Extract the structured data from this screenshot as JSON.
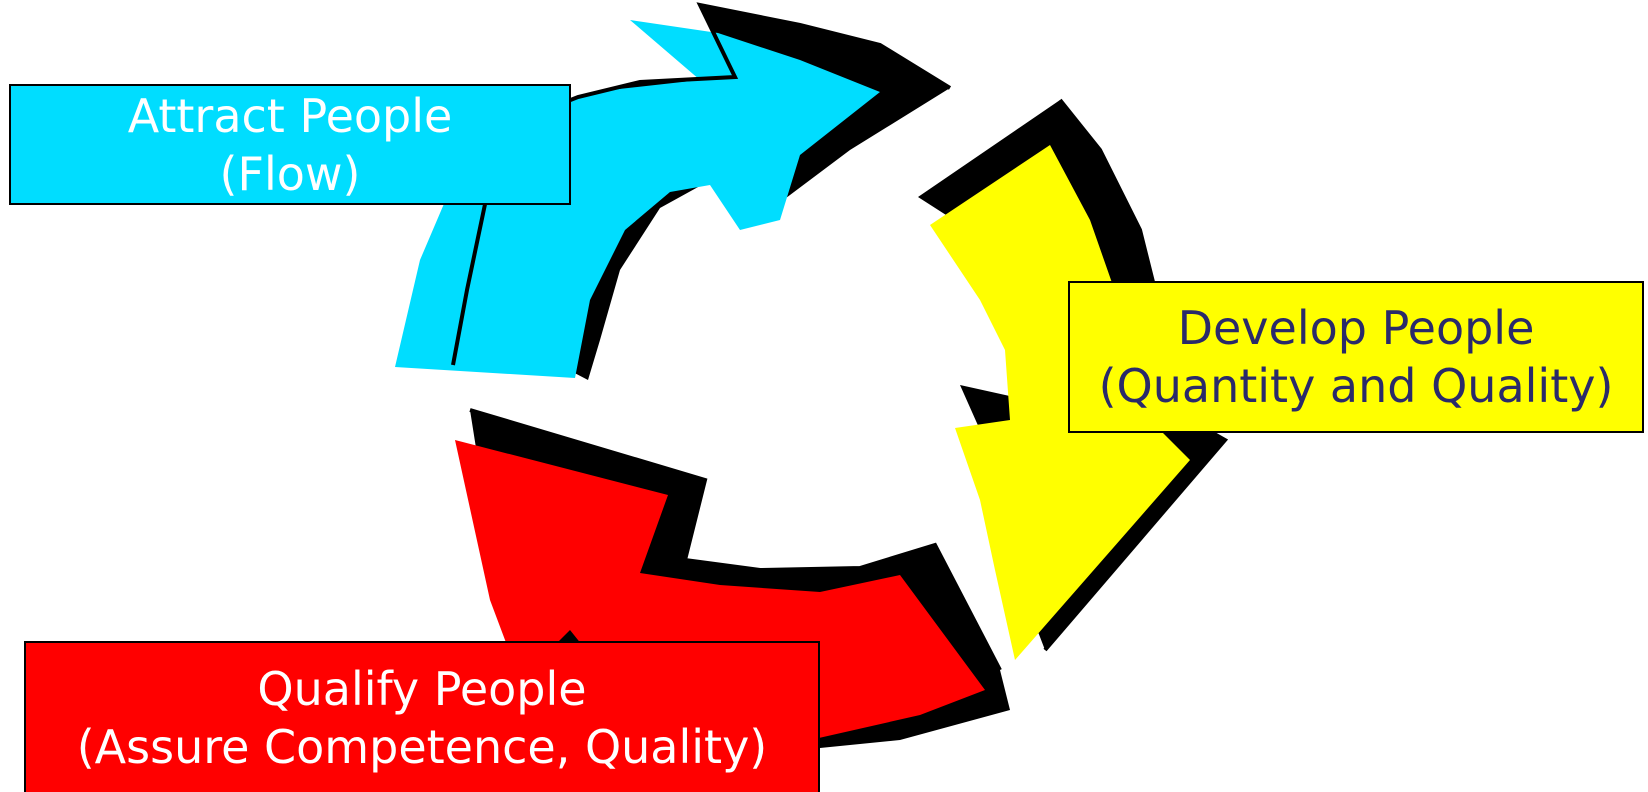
{
  "stages": [
    {
      "id": "attract",
      "title": "Attract People",
      "subtitle": "(Flow)",
      "fill_color": "#00DDFF",
      "text_color": "#FFFFFF"
    },
    {
      "id": "develop",
      "title": "Develop People",
      "subtitle": "(Quantity and Quality)",
      "fill_color": "#FFFF00",
      "text_color": "#2A2A6A"
    },
    {
      "id": "qualify",
      "title": "Qualify People",
      "subtitle": "(Assure Competence, Quality)",
      "fill_color": "#FF0000",
      "text_color": "#FFFFFF"
    }
  ],
  "arrow_outline_color": "#000000"
}
